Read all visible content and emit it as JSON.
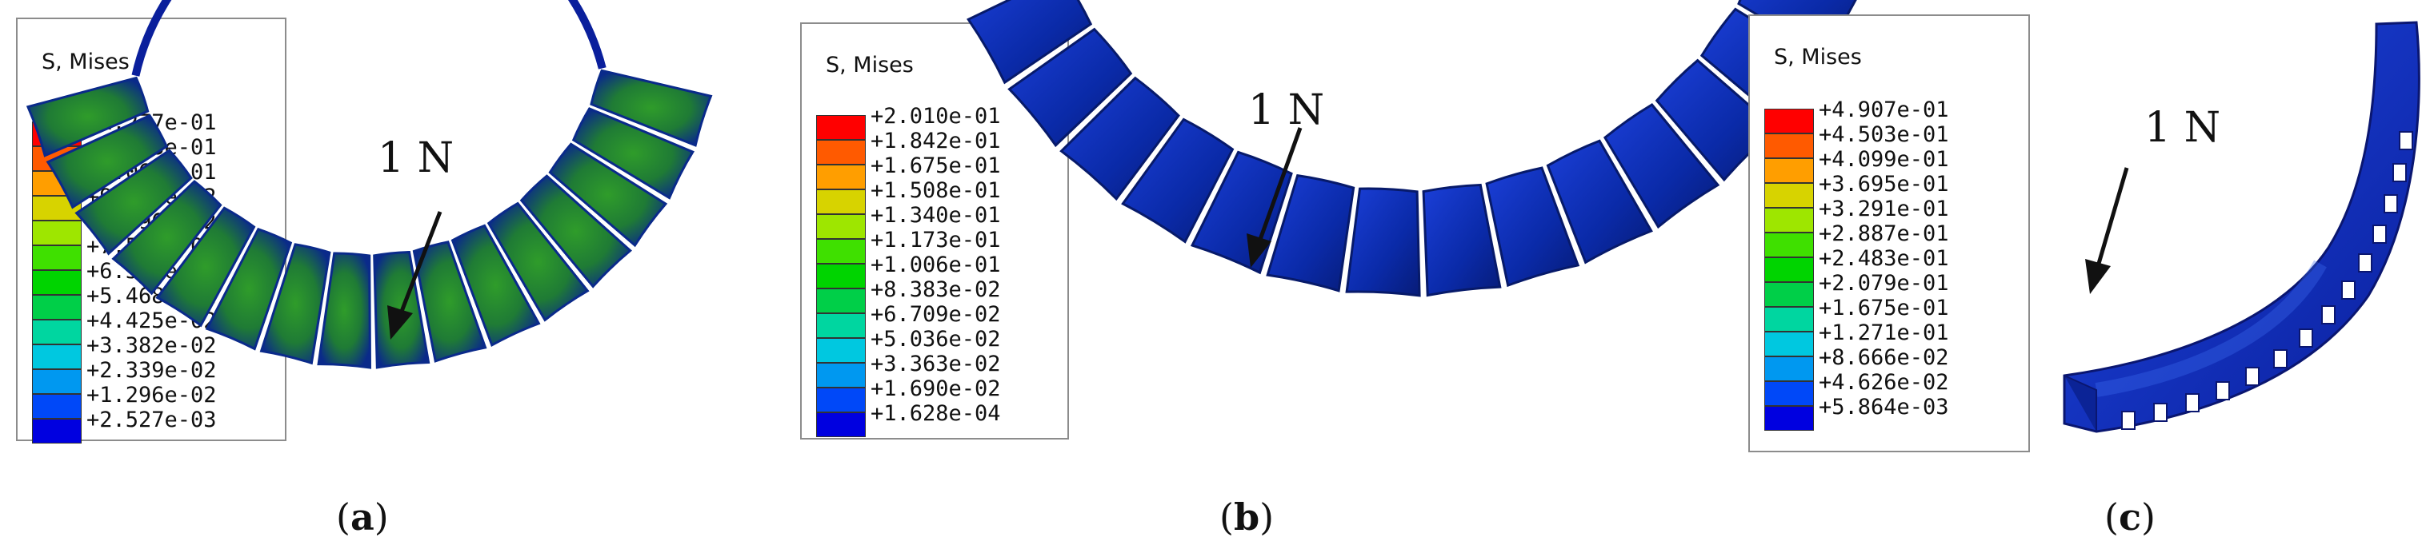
{
  "panels": [
    {
      "id": "a",
      "legend": {
        "title": "S, Mises",
        "values": [
          "+1.277e-01",
          "+1.173e-01",
          "+1.068e-01",
          "+9.639e-02",
          "+8.596e-02",
          "+7.553e-02",
          "+6.510e-02",
          "+5.468e-02",
          "+4.425e-02",
          "+3.382e-02",
          "+2.339e-02",
          "+1.296e-02",
          "+2.527e-03"
        ]
      },
      "force_label": "1 N",
      "caption": {
        "open": "(",
        "letter": "a",
        "close": ")"
      }
    },
    {
      "id": "b",
      "legend": {
        "title": "S, Mises",
        "values": [
          "+2.010e-01",
          "+1.842e-01",
          "+1.675e-01",
          "+1.508e-01",
          "+1.340e-01",
          "+1.173e-01",
          "+1.006e-01",
          "+8.383e-02",
          "+6.709e-02",
          "+5.036e-02",
          "+3.363e-02",
          "+1.690e-02",
          "+1.628e-04"
        ]
      },
      "force_label": "1 N",
      "caption": {
        "open": "(",
        "letter": "b",
        "close": ")"
      }
    },
    {
      "id": "c",
      "legend": {
        "title": "S, Mises",
        "values": [
          "+4.907e-01",
          "+4.503e-01",
          "+4.099e-01",
          "+3.695e-01",
          "+3.291e-01",
          "+2.887e-01",
          "+2.483e-01",
          "+2.079e-01",
          "+1.675e-01",
          "+1.271e-01",
          "+8.666e-02",
          "+4.626e-02",
          "+5.864e-03"
        ]
      },
      "force_label": "1 N",
      "caption": {
        "open": "(",
        "letter": "c",
        "close": ")"
      }
    }
  ],
  "contour_colors": [
    "#ff0000",
    "#ff5a00",
    "#ff9e00",
    "#d7d300",
    "#9ee600",
    "#3fe000",
    "#00d400",
    "#00cf48",
    "#00d6a0",
    "#00c8e0",
    "#0098f0",
    "#0048f8",
    "#0000e0"
  ]
}
